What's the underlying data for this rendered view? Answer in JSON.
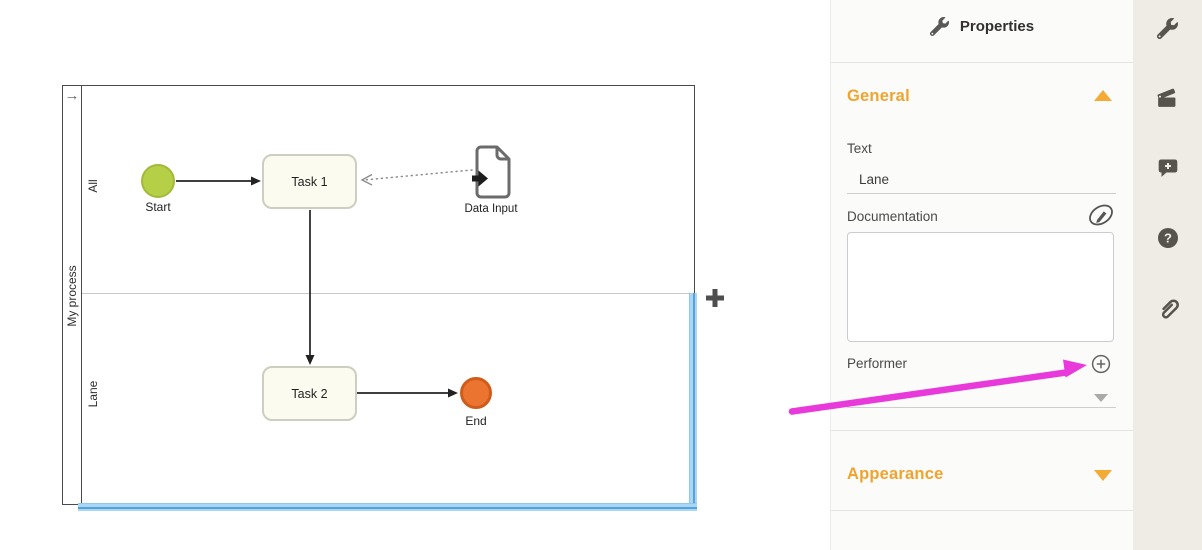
{
  "colors": {
    "accent_orange": "#F0A42E",
    "selection_blue": "#55A3DC",
    "annotation_magenta": "#E83ADB",
    "start_event_fill": "#B5CF46",
    "end_event_fill": "#EB7430",
    "task_fill": "#FBFBEF",
    "toolbar_bg": "#EFECE6",
    "icon_gray": "#57544E"
  },
  "canvas": {
    "pool": {
      "label": "My process",
      "marker_icon_glyph": "→"
    },
    "lanes": [
      {
        "label": "All",
        "selected": false
      },
      {
        "label": "Lane",
        "selected": true
      }
    ],
    "nodes": {
      "start_event": {
        "label": "Start"
      },
      "task_1": {
        "label": "Task 1"
      },
      "task_2": {
        "label": "Task 2"
      },
      "data_input": {
        "label": "Data Input"
      },
      "end_event": {
        "label": "End"
      }
    },
    "add_lane_button": {
      "icon": "plus-icon"
    }
  },
  "properties_panel": {
    "title": "Properties",
    "title_icon": "wrench-icon",
    "sections": [
      {
        "label": "General",
        "expanded": true,
        "icon": "caret-up-icon"
      },
      {
        "label": "Appearance",
        "expanded": false,
        "icon": "caret-down-icon"
      }
    ],
    "general": {
      "text_field": {
        "label": "Text",
        "value": "Lane"
      },
      "documentation_field": {
        "label": "Documentation",
        "value": "",
        "icon": "edit-pencil-icon"
      },
      "performer_field": {
        "label": "Performer",
        "value": "",
        "add_icon": "plus-circle-icon",
        "dropdown_icon": "caret-down-icon"
      }
    }
  },
  "right_toolbar": {
    "items": [
      {
        "icon": "wrench-icon"
      },
      {
        "icon": "clapperboard-icon"
      },
      {
        "icon": "comment-plus-icon"
      },
      {
        "icon": "help-icon"
      },
      {
        "icon": "paperclip-icon"
      }
    ]
  }
}
